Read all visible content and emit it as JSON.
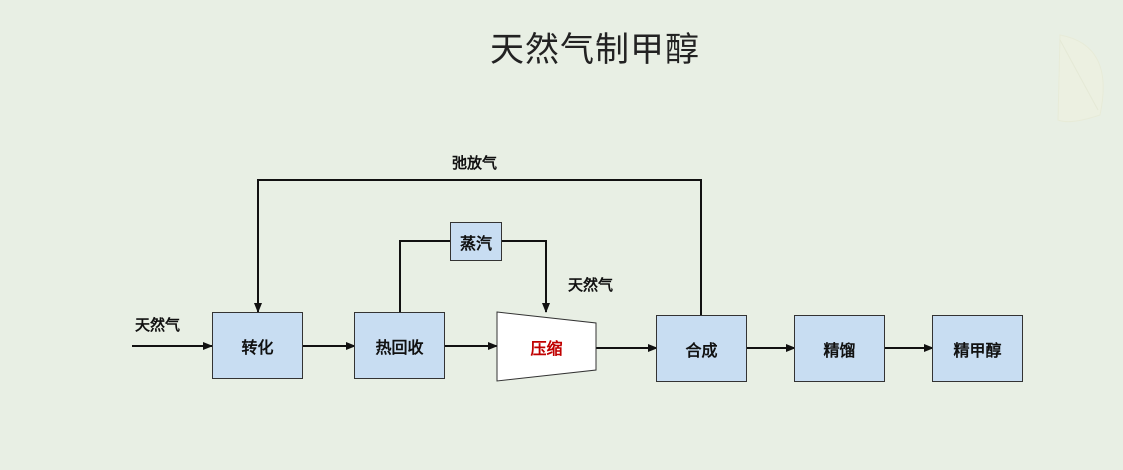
{
  "title": "天然气制甲醇",
  "labels": {
    "feed_gas": "天然气",
    "purge_gas": "弛放气",
    "side_gas": "天然气"
  },
  "nodes": {
    "reforming": "转化",
    "heat_recovery": "热回收",
    "steam": "蒸汽",
    "compression": "压缩",
    "synthesis": "合成",
    "distillation": "精馏",
    "product": "精甲醇"
  },
  "colors": {
    "box_fill": "#c8ddf2",
    "compress_text": "#c00000",
    "background": "#e8efe4"
  }
}
